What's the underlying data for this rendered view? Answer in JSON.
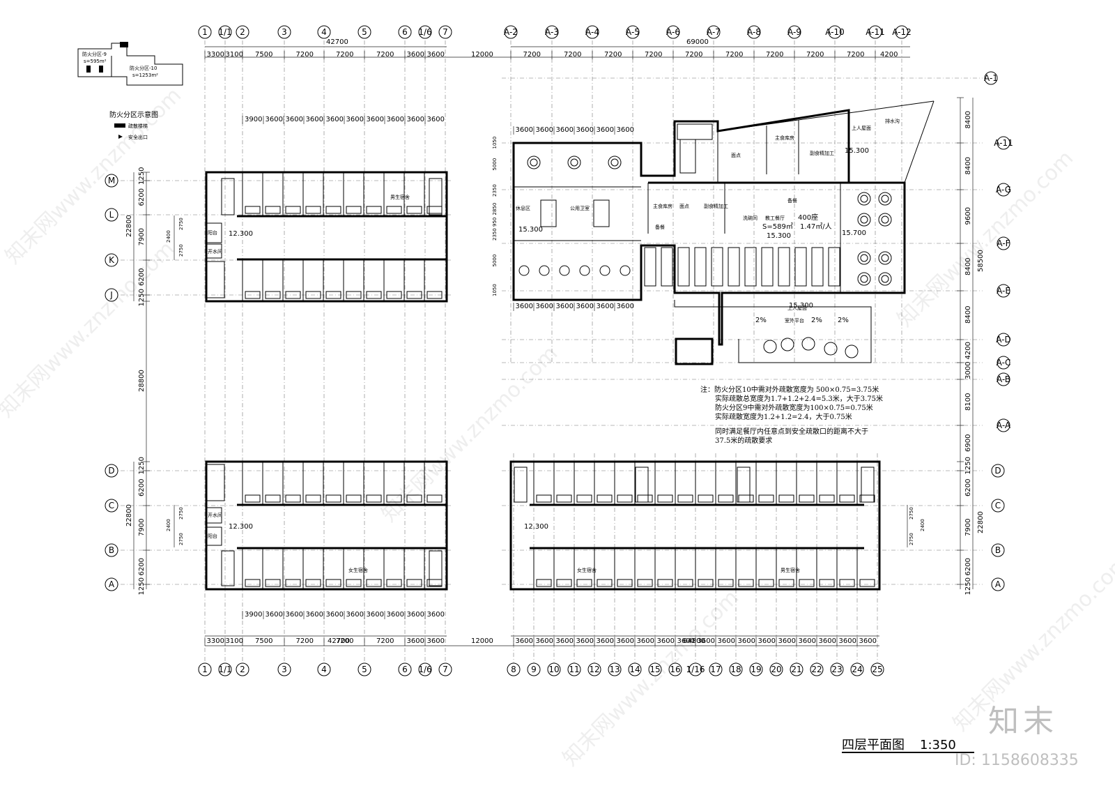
{
  "title": "四层平面图",
  "scale": "1:350",
  "brand": "知末",
  "id_label": "ID: 1158608335",
  "watermark": "知末网www.znzmo.com",
  "fire_zone_diagram": {
    "caption": "防火分区示意图",
    "zone9": "防火分区-9",
    "zone9_area": "s=595m²",
    "zone10": "防火分区-10",
    "zone10_area": "s=1253m²",
    "legend_stair": "疏散楼梯",
    "legend_exit": "安全出口"
  },
  "grid_top_left": [
    "1",
    "1/1",
    "2",
    "3",
    "4",
    "5",
    "6",
    "1/6",
    "7"
  ],
  "grid_top_right": [
    "A-2",
    "A-3",
    "A-4",
    "A-5",
    "A-6",
    "A-7",
    "A-8",
    "A-9",
    "A-10",
    "A-11",
    "A-12"
  ],
  "grid_bottom": [
    "1",
    "1/1",
    "2",
    "3",
    "4",
    "5",
    "6",
    "1/6",
    "7",
    "8",
    "9",
    "10",
    "11",
    "12",
    "13",
    "14",
    "15",
    "16",
    "1/16",
    "17",
    "18",
    "19",
    "20",
    "21",
    "22",
    "23",
    "24",
    "25"
  ],
  "grid_left": [
    "M",
    "L",
    "K",
    "J",
    "D",
    "C",
    "B",
    "A"
  ],
  "grid_right": [
    "A-1",
    "A-11",
    "A-G",
    "A-F",
    "A-E",
    "A-D",
    "A-C",
    "A-B",
    "A-A",
    "D",
    "C",
    "B",
    "A"
  ],
  "dims": {
    "top_total_left": "42700",
    "top_total_right": "69000",
    "top_left_spans": [
      "3300",
      "3100",
      "7500",
      "7200",
      "7200",
      "7200",
      "3600",
      "3600"
    ],
    "gap": "12000",
    "top_right_spans": [
      "7200",
      "7200",
      "7200",
      "7200",
      "7200",
      "7200",
      "7200",
      "7200",
      "7200",
      "4200"
    ],
    "row_spans_left": [
      "3900",
      "3600",
      "3600",
      "3600",
      "3600",
      "3600",
      "3600",
      "3600",
      "3600",
      "3600"
    ],
    "kitchen_spans": [
      "3600",
      "3600",
      "3600",
      "3600",
      "3600",
      "3600"
    ],
    "bottom_total_left": "42700",
    "bottom_total_right": "64800",
    "bottom_right_spans": [
      "3600",
      "3600",
      "3600",
      "3600",
      "3600",
      "3600",
      "3600",
      "3600",
      "3600",
      "3600",
      "3600",
      "3600",
      "3600",
      "3600",
      "3600",
      "3600",
      "3600",
      "3600"
    ],
    "left_vertical": [
      "1250",
      "6200",
      "7900",
      "6200",
      "1250",
      "28800",
      "1250",
      "6200",
      "7900",
      "6200",
      "1250"
    ],
    "left_total": "22800",
    "corridor": [
      "2750",
      "2400",
      "2750"
    ],
    "right_vertical": [
      "8400",
      "8400",
      "9600",
      "8400",
      "8400",
      "4200",
      "3000",
      "8100",
      "6900",
      "1250",
      "6200",
      "7900",
      "6200",
      "1250"
    ],
    "right_total_top": "58500",
    "right_total_bottom": "22800",
    "kitchen_vertical": [
      "1050",
      "5000",
      "2350",
      "2850",
      "950",
      "2350",
      "5000",
      "1050"
    ]
  },
  "levels": [
    "12.300",
    "15.300",
    "15.300",
    "15.700",
    "15.300",
    "15.300",
    "12.300",
    "12.300"
  ],
  "rooms": {
    "male_dorm": "男生宿舍",
    "female_dorm": "女生宿舍",
    "balcony": "阳台",
    "water_room": "开水间",
    "rest_area": "休息区",
    "public_toilet": "公用卫室",
    "staff_hall": "教工餐厅",
    "staff_hall_seats": "400座",
    "staff_hall_area": "S=589㎡",
    "staff_hall_ratio": "1.47㎡/人",
    "main_food_store": "主食库房",
    "noodle": "面点",
    "vice_process": "副食精加工",
    "storage": "备餐",
    "dish_wash": "洗碗间",
    "roof_terrace": "上人屋面",
    "outdoor_platform": "室外平台",
    "slope": "2%",
    "drain": "排水沟"
  },
  "notes": [
    "注：防火分区10中需对外疏散宽度为 500×0.75=3.75米",
    "实际疏散总宽度为1.7+1.2+2.4=5.3米，大于3.75米",
    "防火分区9中需对外疏散宽度为100×0.75=0.75米",
    "实际疏散宽度为1.2+1.2=2.4，大于0.75米",
    "同时满足餐厅内任意点到安全疏散口的距离不大于",
    "37.5米的疏散要求"
  ]
}
